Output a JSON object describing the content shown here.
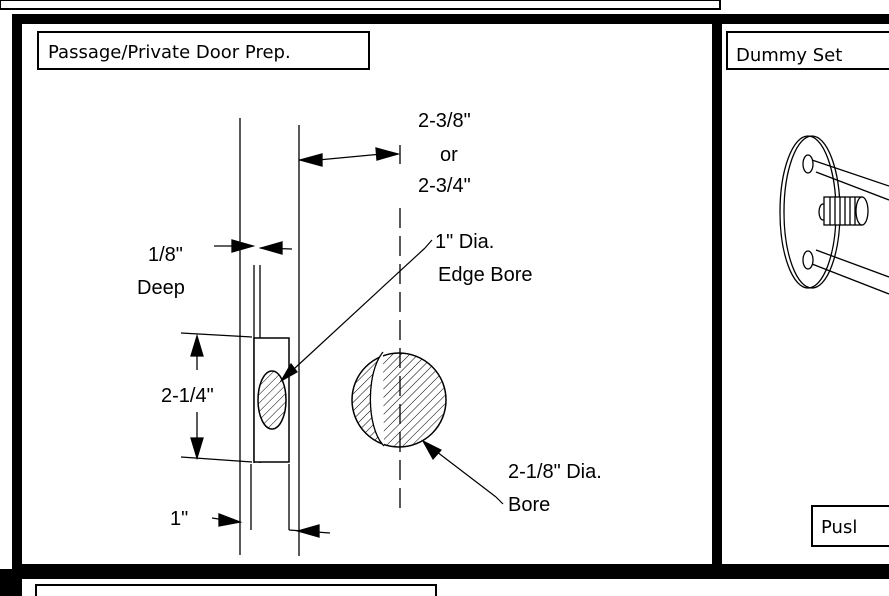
{
  "panels": {
    "passage": {
      "title": "Passage/Private Door Prep."
    },
    "dummy": {
      "title": "Dummy Set"
    },
    "push_label": "Pusl"
  },
  "dimensions": {
    "backset_line1": "2-3/8\"",
    "backset_or": "or",
    "backset_line2": "2-3/4\"",
    "depth_line1": "1/8\"",
    "depth_line2": "Deep",
    "edge_bore_line1": "1\" Dia.",
    "edge_bore_line2": "Edge Bore",
    "plate_height": "2-1/4\"",
    "plate_width": "1\"",
    "bore_line1": "2-1/8\" Dia.",
    "bore_line2": "Bore"
  },
  "colors": {
    "ink": "#000000",
    "paper": "#ffffff"
  }
}
